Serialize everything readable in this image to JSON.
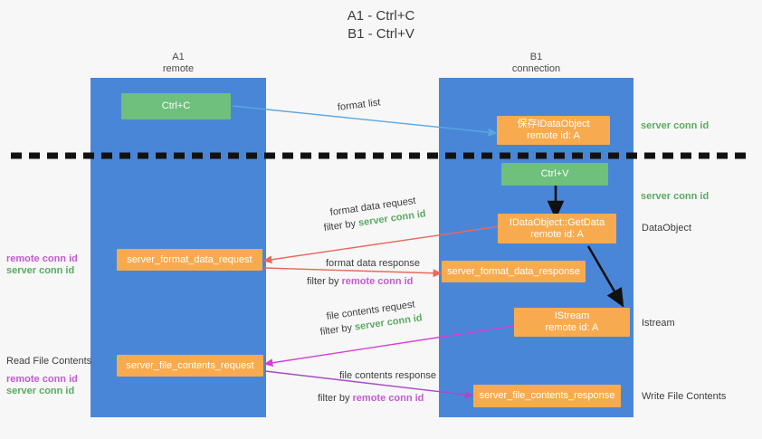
{
  "diagram": {
    "title_line1": "A1 - Ctrl+C",
    "title_line2": "B1 - Ctrl+V",
    "colors": {
      "lane": "#4a86d8",
      "orange": "#f8ab4e",
      "green_box": "#6fbf7d",
      "server_conn": "#5aaa62",
      "remote_conn": "#c35bd1",
      "arrow_blue": "#5aa7e0",
      "arrow_red": "#e8685d",
      "arrow_magenta": "#d63fd6",
      "arrow_purple": "#a64bc4",
      "arrow_black": "#111111",
      "background": "#f7f7f7"
    },
    "lanes": [
      {
        "id": "A1",
        "title": "A1",
        "subtitle": "remote"
      },
      {
        "id": "B1",
        "title": "B1",
        "subtitle": "connection"
      }
    ],
    "nodes": [
      {
        "id": "ctrl-c",
        "label_line1": "Ctrl+C",
        "label_line2": "",
        "style": "green"
      },
      {
        "id": "save-idataobject",
        "label_line1": "保存IDataObject",
        "label_line2": "remote id: A",
        "style": "orange"
      },
      {
        "id": "ctrl-v",
        "label_line1": "Ctrl+V",
        "label_line2": "",
        "style": "green"
      },
      {
        "id": "idataobject-getdata",
        "label_line1": "IDataObject::GetData",
        "label_line2": "remote id: A",
        "style": "orange"
      },
      {
        "id": "server-format-data-request",
        "label_line1": "server_format_data_request",
        "label_line2": "",
        "style": "orange"
      },
      {
        "id": "server-format-data-response",
        "label_line1": "server_format_data_response",
        "label_line2": "",
        "style": "orange"
      },
      {
        "id": "istream",
        "label_line1": "IStream",
        "label_line2": "remote id: A",
        "style": "orange"
      },
      {
        "id": "server-file-contents-request",
        "label_line1": "server_file_contents_request",
        "label_line2": "",
        "style": "orange"
      },
      {
        "id": "server-file-contents-response",
        "label_line1": "server_file_contents_response",
        "label_line2": "",
        "style": "orange"
      }
    ],
    "right_labels": [
      {
        "id": "right-server-conn-id-1",
        "text": "server conn id",
        "color": "server_conn"
      },
      {
        "id": "right-server-conn-id-2",
        "text": "server conn id",
        "color": "server_conn"
      },
      {
        "id": "right-dataobject",
        "text": "DataObject",
        "color": "dark"
      },
      {
        "id": "right-istream",
        "text": "Istream",
        "color": "dark"
      },
      {
        "id": "right-write-file-contents",
        "text": "Write File Contents",
        "color": "dark"
      }
    ],
    "left_labels": [
      {
        "id": "left-remote-conn-id-1",
        "text": "remote conn id",
        "color": "remote_conn"
      },
      {
        "id": "left-server-conn-id-1",
        "text": "server conn id",
        "color": "server_conn"
      },
      {
        "id": "left-read-file-contents",
        "text": "Read File Contents",
        "color": "dark"
      },
      {
        "id": "left-remote-conn-id-2",
        "text": "remote conn id",
        "color": "remote_conn"
      },
      {
        "id": "left-server-conn-id-2",
        "text": "server conn id",
        "color": "server_conn"
      }
    ],
    "arrow_labels": {
      "format_list": "format list",
      "format_data_request": "format data request",
      "filter_by_prefix": "filter by",
      "filter_server_conn_id": "server conn id",
      "filter_remote_conn_id": "remote conn id",
      "format_data_response": "format data response",
      "file_contents_request": "file contents request",
      "file_contents_response": "file contents response"
    }
  }
}
